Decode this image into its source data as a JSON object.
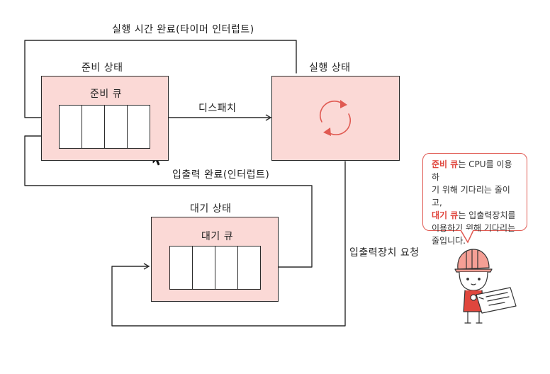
{
  "labels": {
    "timeout": "실행 시간 완료(타이머 인터럽트)",
    "ready_state": "준비 상태",
    "ready_queue": "준비 큐",
    "dispatch": "디스패치",
    "running_state": "실행 상태",
    "io_complete": "입출력 완료(인터럽트)",
    "waiting_state": "대기 상태",
    "waiting_queue": "대기 큐",
    "io_request": "입출력장치 요청"
  },
  "bubble": {
    "line1_hl": "준비 큐",
    "line1_rest": "는 CPU를 이용하",
    "line2": "기 위해 기다리는 줄이고,",
    "line3_hl": "대기 큐",
    "line3_rest": "는 입출력장치를",
    "line4": "이용하기 위해 기다리는",
    "line5": "줄입니다."
  },
  "colors": {
    "box_fill": "#fbd9d6",
    "accent": "#e0463d",
    "line": "#2b2b2b"
  }
}
